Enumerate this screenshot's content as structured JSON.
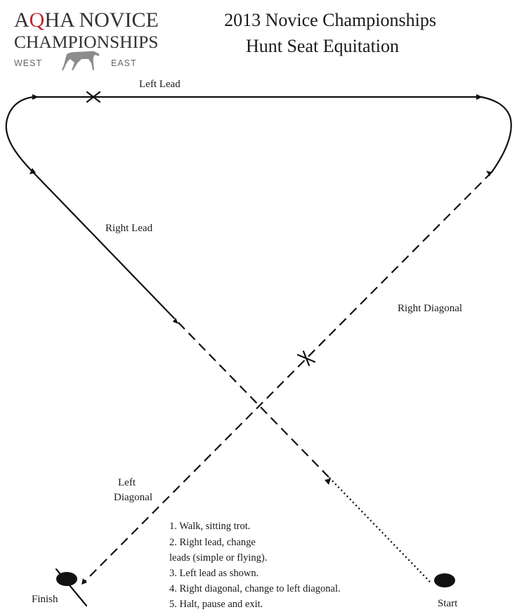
{
  "logo": {
    "line1_a": "A",
    "line1_q": "Q",
    "line1_b": "HA NOVICE",
    "line2": "CHAMPIONSHIPS",
    "west": "WEST",
    "east": "EAST",
    "colors": {
      "q_accent": "#c0282d",
      "horse": "#8c8c8c",
      "text": "#333333"
    }
  },
  "title": {
    "line1": "2013 Novice Championships",
    "line2": "Hunt Seat Equitation"
  },
  "labels": {
    "left_lead": "Left Lead",
    "right_lead": "Right Lead",
    "right_diagonal": "Right Diagonal",
    "left_diagonal_1": "Left",
    "left_diagonal_2": "Diagonal",
    "finish": "Finish",
    "start": "Start"
  },
  "instructions": [
    "1. Walk, sitting trot.",
    "2. Right lead, change",
    "leads (simple or flying).",
    "3. Left lead as shown.",
    "4. Right diagonal, change to left diagonal.",
    "5. Halt, pause and exit."
  ]
}
